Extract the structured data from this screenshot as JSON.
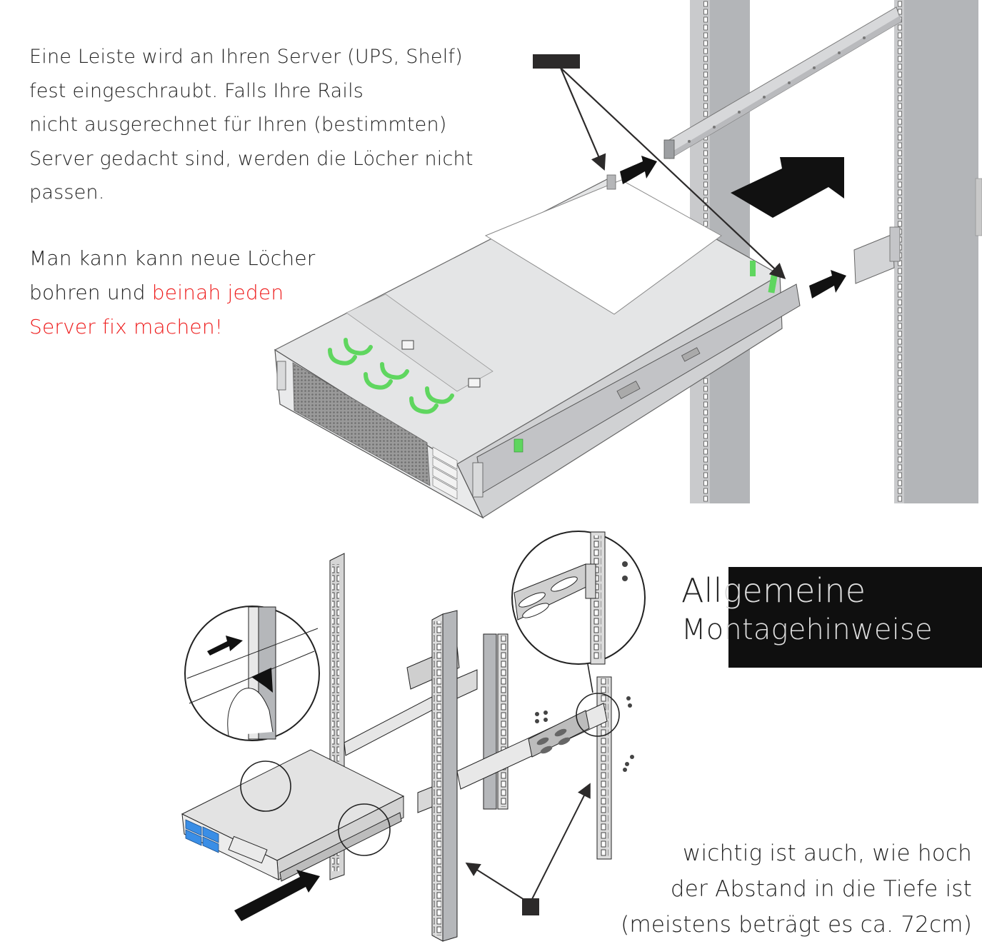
{
  "intro": {
    "lines": [
      "Eine Leiste wird an Ihren Server (UPS, Shelf)",
      "fest eingeschraubt. Falls Ihre Rails",
      "nicht ausgerechnet für Ihren (bestimmten)",
      "Server gedacht sind, werden die Löcher nicht",
      "passen."
    ]
  },
  "tip": {
    "line1": "Man kann kann neue Löcher",
    "line2_plain": "bohren und ",
    "line2_highlight": "beinah jeden",
    "line3_highlight": "Server fix machen!",
    "highlight_color": "#ee1c1c"
  },
  "heading": {
    "line1_part1": "All",
    "line1_part2": "gemeine",
    "line2_part1": "Mo",
    "line2_part2": "ntagehinweise"
  },
  "depth_note": {
    "lines": [
      "wichtig ist auch, wie hoch",
      "der Abstand in die Tiefe ist",
      "(meistens beträgt es ca. 72cm)"
    ]
  },
  "illustrations": {
    "top": "Server mit montierten Schienen wird in das Rack geschoben",
    "bottom": "Rack-Pfosten mit Montagewinkeln und Schienen"
  },
  "colors": {
    "text": "#222222",
    "highlight": "#ee1c1c",
    "dark_box": "#0f0f0f",
    "handle_green": "#5fd65f",
    "drive_blue": "#3a8ee6",
    "rack_grey": "#b5b7ba"
  }
}
